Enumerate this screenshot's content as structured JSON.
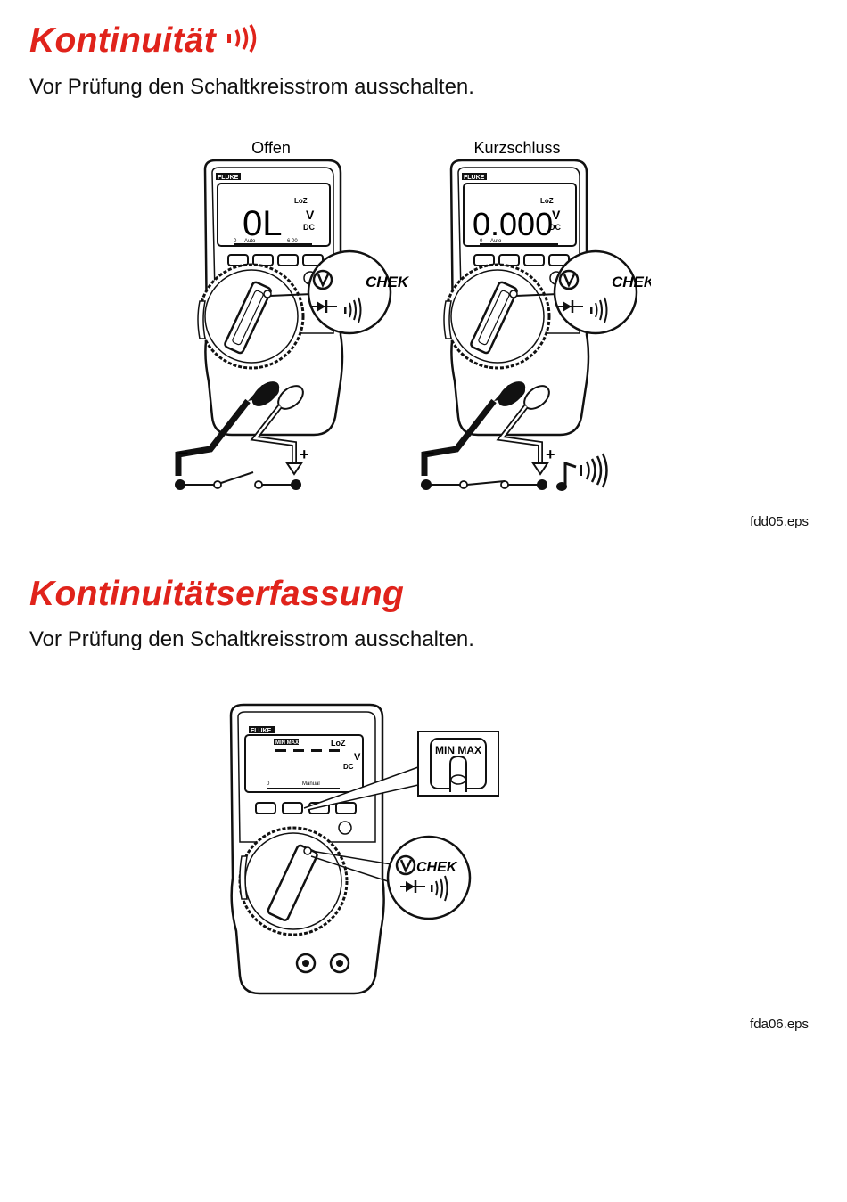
{
  "section1": {
    "title": "Kontinuität",
    "instruction": "Vor Prüfung den Schaltkreisstrom ausschalten.",
    "figure_id": "fdd05.eps",
    "left_meter": {
      "caption": "Offen",
      "brand": "FLUKE",
      "display": "0L",
      "unit": "V",
      "mode": "DC",
      "loz": "LoZ",
      "range": "Auto",
      "scale_start": "0",
      "scale_end": "6 00",
      "dial_label": "CHEK",
      "probe_minus": "–",
      "probe_plus": "+"
    },
    "right_meter": {
      "caption": "Kurzschluss",
      "brand": "FLUKE",
      "display": "0.000",
      "unit": "V",
      "mode": "DC",
      "loz": "LoZ",
      "range": "Auto",
      "scale_start": "0",
      "dial_label": "CHEK",
      "probe_minus": "–",
      "probe_plus": "+"
    }
  },
  "section2": {
    "title": "Kontinuitätserfassung",
    "instruction": "Vor Prüfung den Schaltkreisstrom ausschalten.",
    "figure_id": "fda06.eps",
    "meter": {
      "brand": "FLUKE",
      "minmax_badge": "MIN MAX",
      "loz": "LoZ",
      "unit": "V",
      "mode": "DC",
      "range": "Manual",
      "scale_start": "0",
      "dial_label": "CHEK",
      "button_callout": "MIN MAX"
    }
  }
}
